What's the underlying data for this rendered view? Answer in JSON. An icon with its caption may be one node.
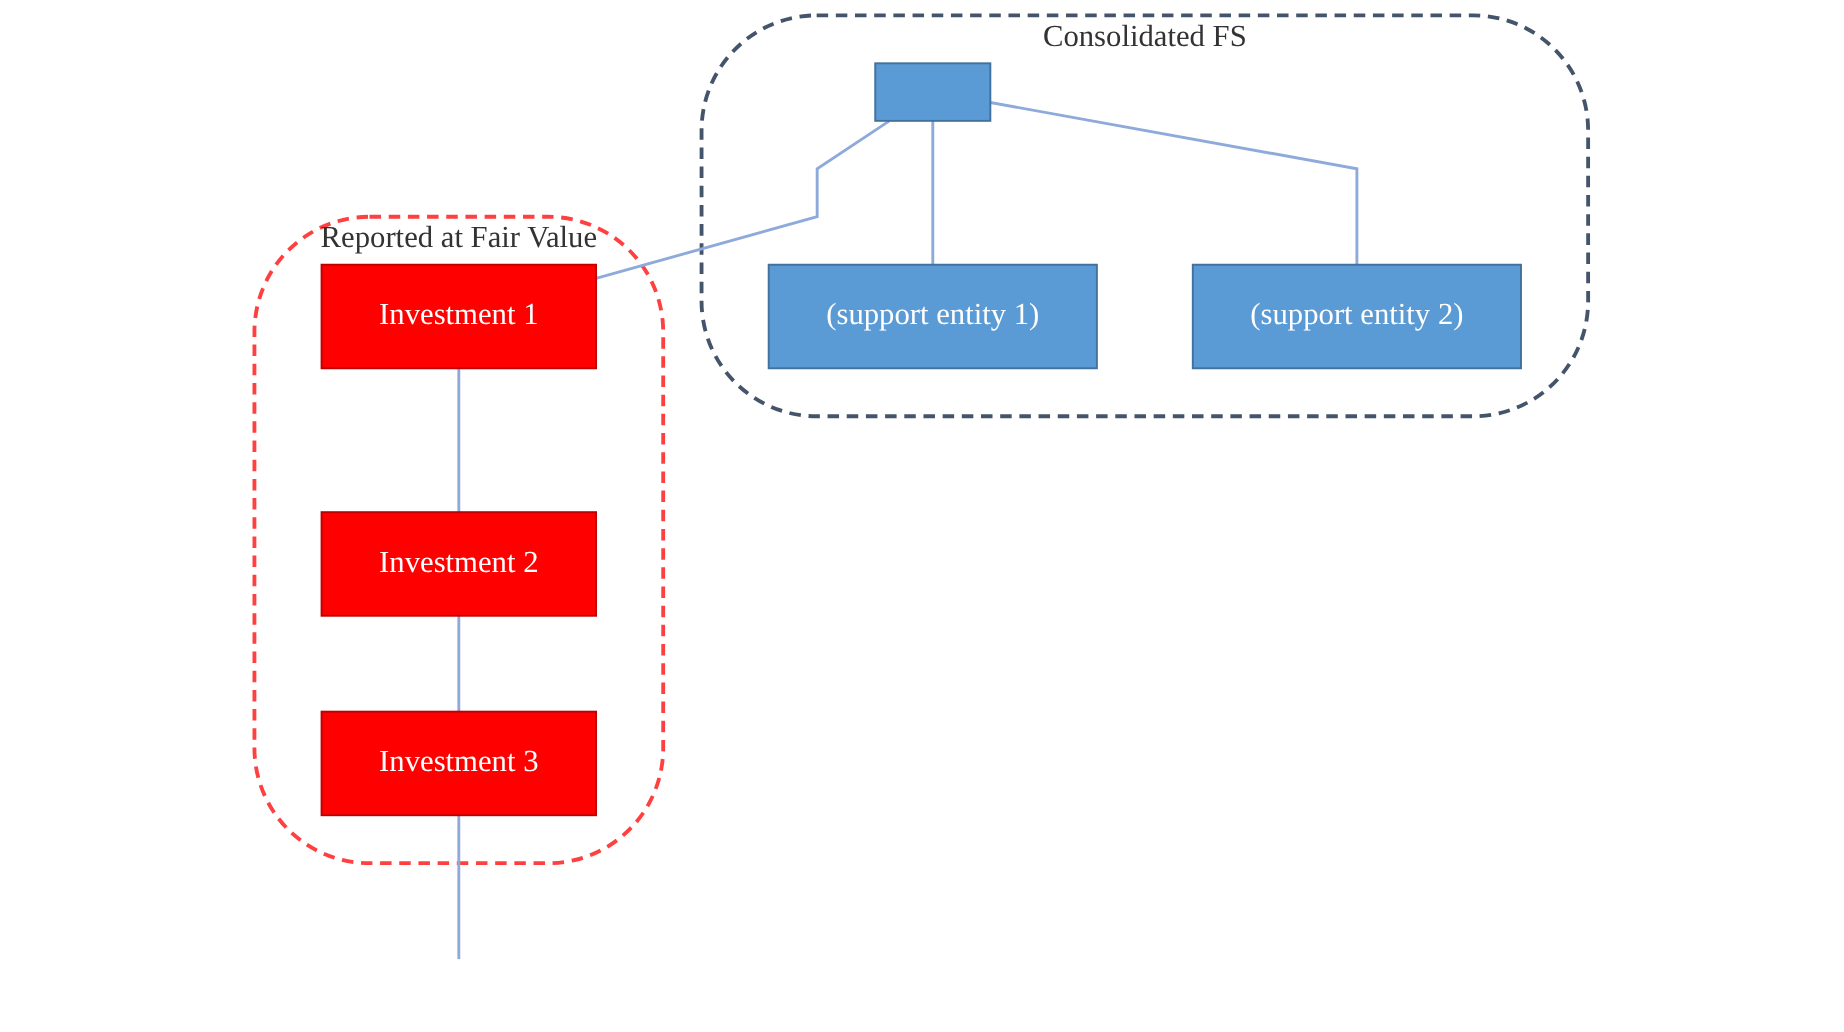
{
  "diagram": {
    "nodes": [
      {
        "text": [
          "Consolidated FS"
        ]
      },
      {
        "text": [],
        "shape": "box",
        "in": 0
      },
      {
        "text": [
          "(support entity 1)"
        ],
        "in": 0
      },
      {
        "text": [
          "(support entity 2)"
        ],
        "in": 0
      },
      {
        "text": [
          "Reported at Fair Value"
        ]
      },
      {
        "text": [
          "Investment 1"
        ],
        "in": 4
      },
      {
        "text": [
          "Investment 2"
        ],
        "in": 4
      },
      {
        "text": [
          "Investment 3"
        ],
        "in": 4
      }
    ],
    "edges": [
      {
        "from": 1,
        "to": 2,
        "arrow": "none"
      },
      {
        "from": 1,
        "to": 3,
        "arrow": "none"
      },
      {
        "from": 1,
        "to": 5,
        "arrow": "none"
      },
      {
        "from": 5,
        "to": 6,
        "arrow": "none"
      },
      {
        "from": 6,
        "to": 7,
        "arrow": "none"
      },
      {
        "from": 7,
        "to": null,
        "arrow": "none"
      }
    ]
  }
}
